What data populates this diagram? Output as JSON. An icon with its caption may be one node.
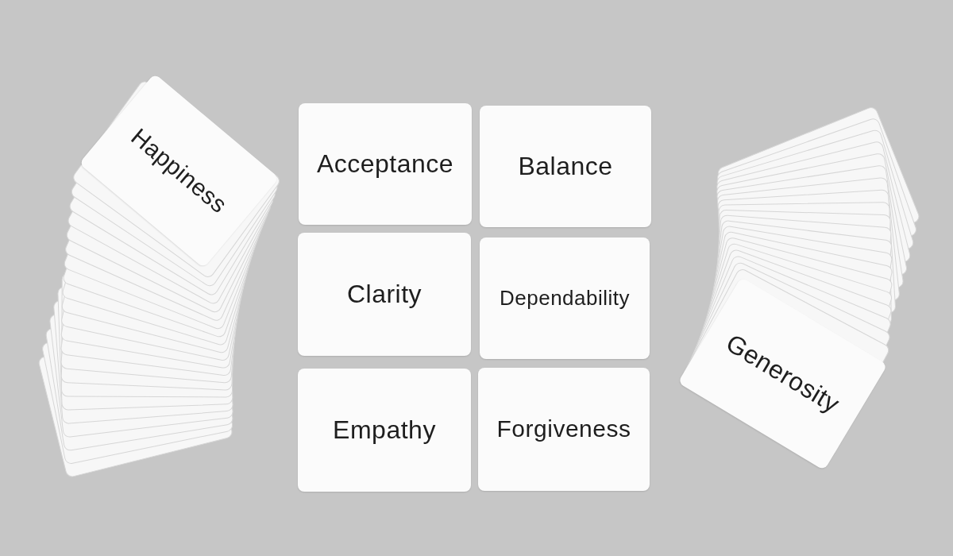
{
  "diagram": {
    "nodes": [
      {
        "text": [
          "Happiness"
        ]
      },
      {
        "text": [
          "Acceptance"
        ]
      },
      {
        "text": [
          "Balance"
        ]
      },
      {
        "text": [
          "Clarity"
        ]
      },
      {
        "text": [
          "Dependability"
        ]
      },
      {
        "text": [
          "Empathy"
        ]
      },
      {
        "text": [
          "Forgiveness"
        ]
      },
      {
        "text": [
          "Generosity"
        ]
      }
    ]
  }
}
